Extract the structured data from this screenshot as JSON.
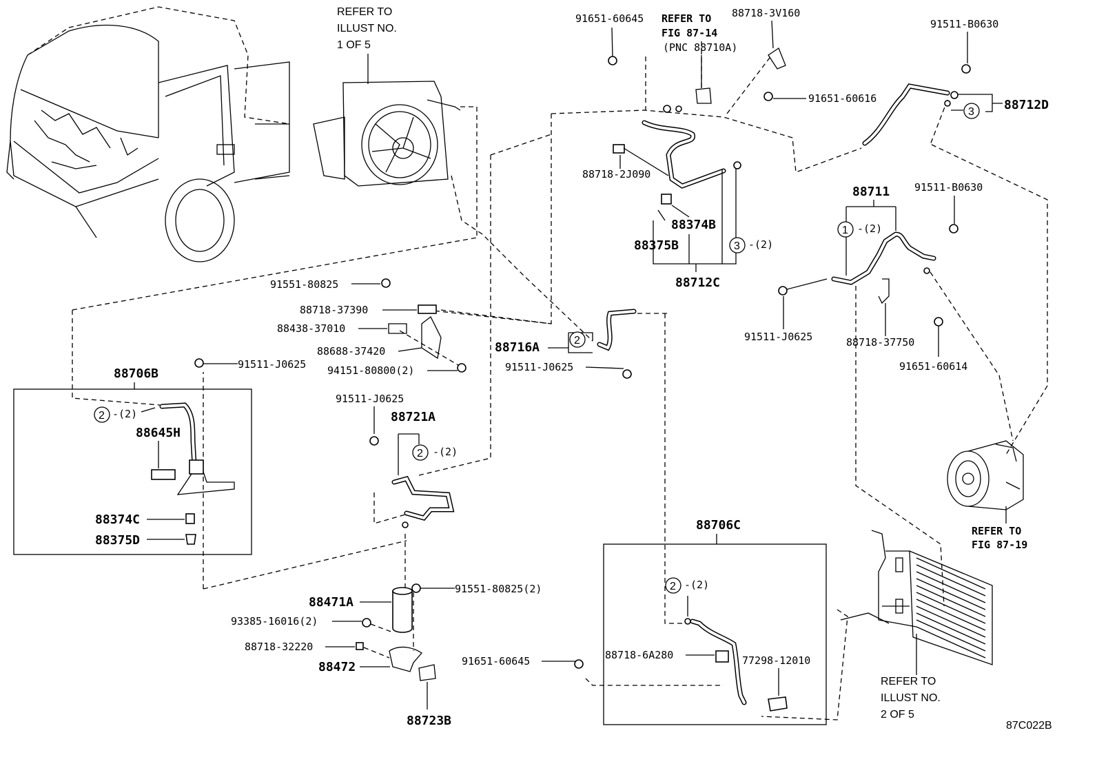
{
  "labels": {
    "refer_illust_1_line1": "REFER TO",
    "refer_illust_1_line2": "ILLUST NO.",
    "refer_illust_1_line3": "1 OF 5",
    "p91651_60645_top": "91651-60645",
    "refer_fig_87_14_line1": "REFER TO",
    "refer_fig_87_14_line2": "FIG 87-14",
    "refer_fig_87_14_line3": "(PNC 88710A)",
    "p88718_3V160": "88718-3V160",
    "p91651_60616": "91651-60616",
    "p91511_B0630_top": "91511-B0630",
    "p88712D": "88712D",
    "p88718_2J090": "88718-2J090",
    "p88374B": "88374B",
    "p88375B": "88375B",
    "qty_3_left": "-(2)",
    "p88712C": "88712C",
    "p88711": "88711",
    "p91511_B0630_mid": "91511-B0630",
    "qty_1": "-(2)",
    "p91511_J0625_right": "91511-J0625",
    "p88718_37750": "88718-37750",
    "p91651_60614": "91651-60614",
    "p91551_80825": "91551-80825",
    "p88718_37390": "88718-37390",
    "p88438_37010": "88438-37010",
    "p88688_37420": "88688-37420",
    "p94151_80800": "94151-80800(2)",
    "p88716A": "88716A",
    "p91511_J0625_mid": "91511-J0625",
    "p91511_J0625_left": "91511-J0625",
    "p88706B": "88706B",
    "qty_2_left": "-(2)",
    "p88645H": "88645H",
    "p88374C": "88374C",
    "p88375D": "88375D",
    "p91511_J0625_lower": "91511-J0625",
    "p88721A": "88721A",
    "qty_2_mid": "-(2)",
    "p88471A": "88471A",
    "p91551_80825_2": "91551-80825(2)",
    "p93385_16016": "93385-16016(2)",
    "p88718_32220": "88718-32220",
    "p88472": "88472",
    "p88723B": "88723B",
    "p91651_60645_bottom": "91651-60645",
    "p88706C": "88706C",
    "qty_2_right": "-(2)",
    "p88718_6A280": "88718-6A280",
    "p77298_12010": "77298-12010",
    "refer_fig_87_19_line1": "REFER TO",
    "refer_fig_87_19_line2": "FIG 87-19",
    "refer_illust_2_line1": "REFER TO",
    "refer_illust_2_line2": "ILLUST NO.",
    "refer_illust_2_line3": "2 OF 5",
    "diagram_code": "87C022B"
  },
  "circle_numbers": {
    "one": "1",
    "two": "2",
    "three": "3"
  }
}
